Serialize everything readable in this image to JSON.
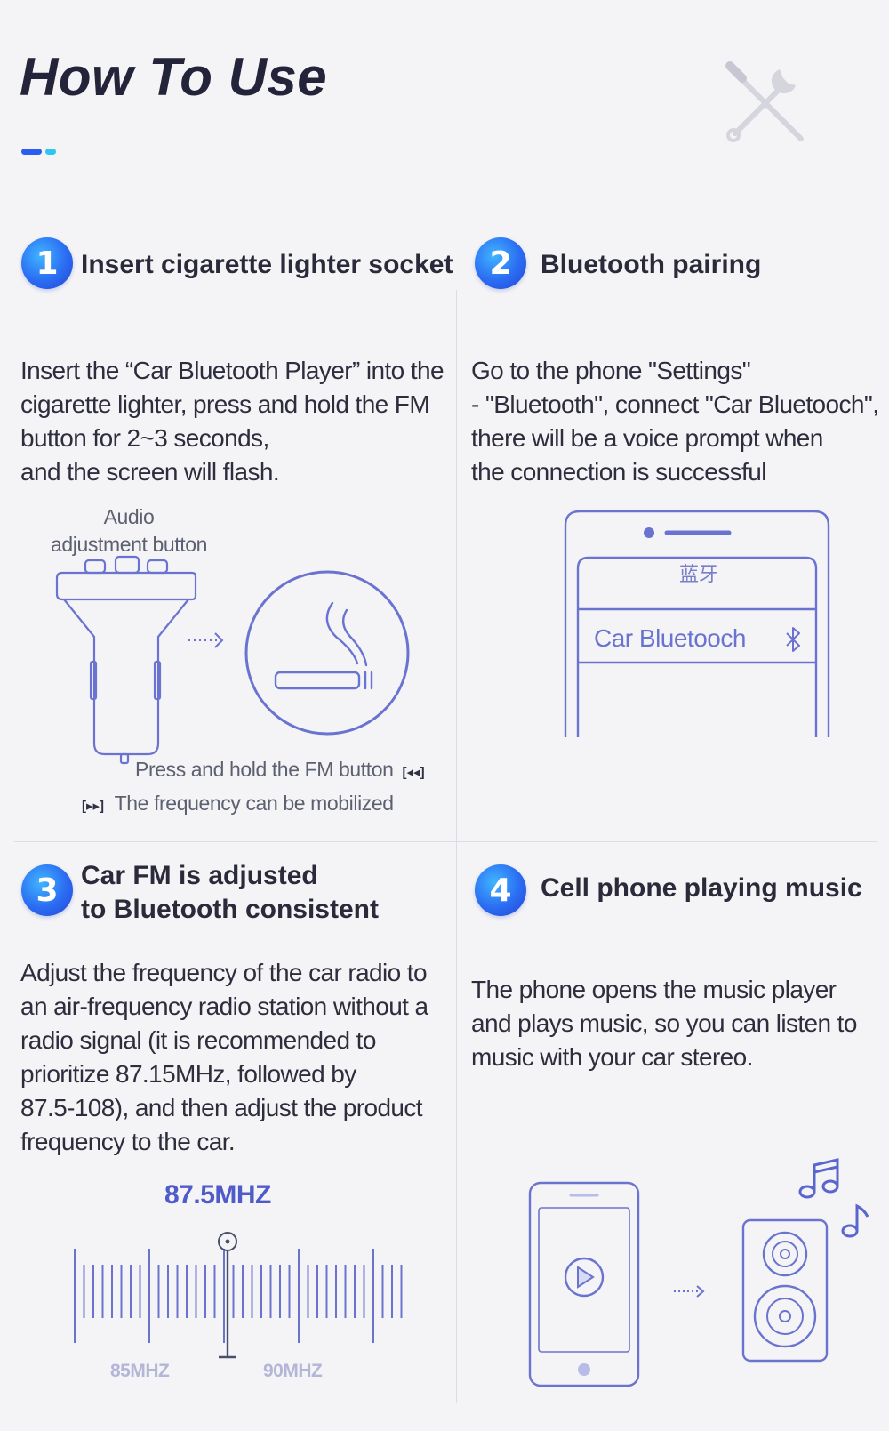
{
  "page_title": "How To Use",
  "colors": {
    "accent_blue": "#2a5cf0",
    "accent_cyan": "#2cc6f0",
    "line_art": "#6a74d0",
    "divider": "#dcdce4",
    "background": "#f4f4f6"
  },
  "icons": [
    "tools-icon",
    "car-charger-icon",
    "cigarette-icon",
    "phone-icon",
    "bluetooth-icon",
    "play-icon",
    "speaker-icon",
    "music-note-icon"
  ],
  "steps": [
    {
      "number": "1",
      "title_lines": [
        "Insert cigarette lighter socket"
      ],
      "description_lines": [
        "Insert the “Car Bluetooth Player” into the",
        "cigarette lighter, press and hold the FM",
        "button for 2~3 seconds,",
        "and the screen will flash."
      ]
    },
    {
      "number": "2",
      "title_lines": [
        "Bluetooth pairing"
      ],
      "description_lines": [
        "Go to the phone \"Settings\"",
        "- \"Bluetooth\", connect \"Car Bluetooch\",",
        "there will be a voice prompt when",
        "the connection is successful"
      ]
    },
    {
      "number": "3",
      "title_lines": [
        "Car FM is adjusted",
        "to Bluetooth consistent"
      ],
      "description_lines": [
        "Adjust the frequency of the car radio to",
        "an air-frequency radio station without a",
        "radio signal (it is recommended to",
        "prioritize 87.15MHz, followed by",
        "87.5-108), and then adjust the product",
        "frequency to the car."
      ]
    },
    {
      "number": "4",
      "title_lines": [
        "Cell phone playing music"
      ],
      "description_lines": [
        "The phone opens the music player",
        "and plays music, so you can listen to",
        "music with your car stereo."
      ]
    }
  ],
  "step1_illustration": {
    "audio_label_lines": [
      "Audio",
      "adjustment button"
    ],
    "press_caption": "Press and hold the FM button",
    "press_symbol": "[◂◂]",
    "freq_symbol": "[▸▸]",
    "freq_caption": "The frequency can be mobilized"
  },
  "step2_illustration": {
    "bluetooth_menu_title": "蓝牙",
    "device_name": "Car Bluetooch"
  },
  "step3_illustration": {
    "current_frequency": "87.5MHZ",
    "scale_labels": [
      "85MHZ",
      "90MHZ"
    ]
  }
}
